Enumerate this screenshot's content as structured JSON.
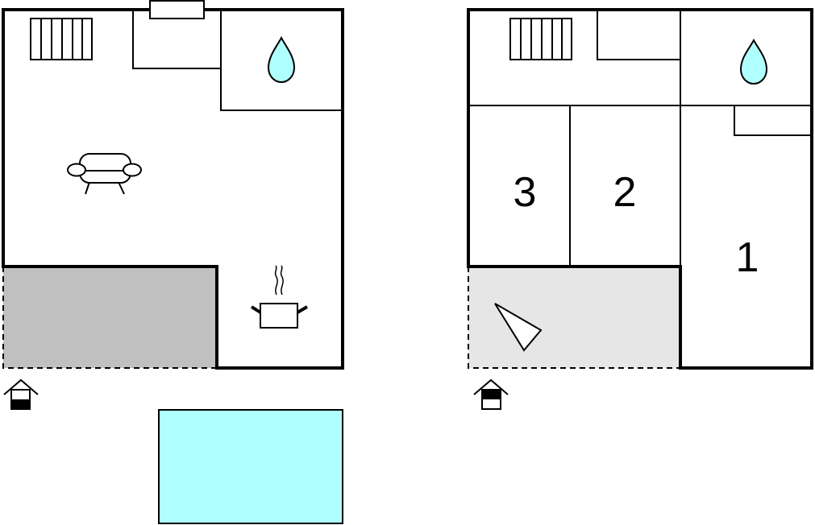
{
  "colors": {
    "walls": "#000000",
    "terrace_ground_floor": "#c0c0c0",
    "terrace_upper_floor": "#e6e6e6",
    "pool": "#b0ffff",
    "water_icon": "#b0ffff"
  },
  "ground_floor": {
    "icons": [
      "radiator-icon",
      "water-drop-icon",
      "sofa-icon",
      "cooking-pot-icon",
      "entrance-icon"
    ]
  },
  "upper_floor": {
    "rooms": [
      {
        "label": "3"
      },
      {
        "label": "2"
      },
      {
        "label": "1"
      }
    ],
    "icons": [
      "radiator-icon",
      "water-drop-icon",
      "sun-lounger-icon",
      "entrance-icon"
    ]
  },
  "outdoor": {
    "pool": true
  }
}
